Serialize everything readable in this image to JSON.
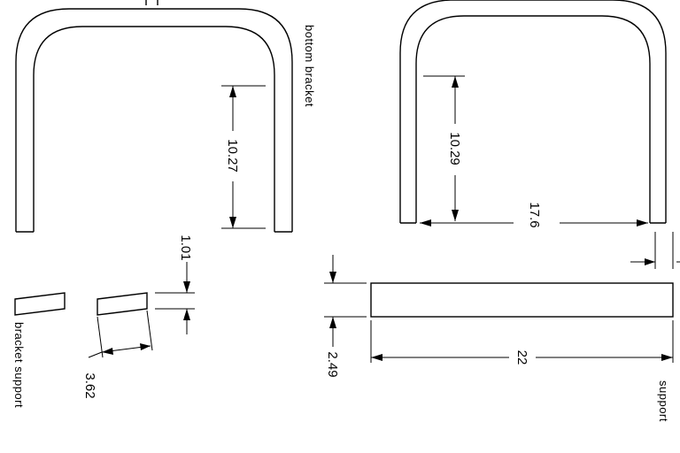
{
  "labels": {
    "bottom_bracket": "bottom bracket",
    "bracket_support": "bracket support",
    "support": "support"
  },
  "dimensions": {
    "bottom_bracket_height": "10.27",
    "upper_bracket_height": "10.29",
    "upper_bracket_width": "17.6",
    "bracket_support_thickness": "1.01",
    "bracket_support_length": "3.62",
    "support_thickness": "2.49",
    "support_length": "22"
  }
}
